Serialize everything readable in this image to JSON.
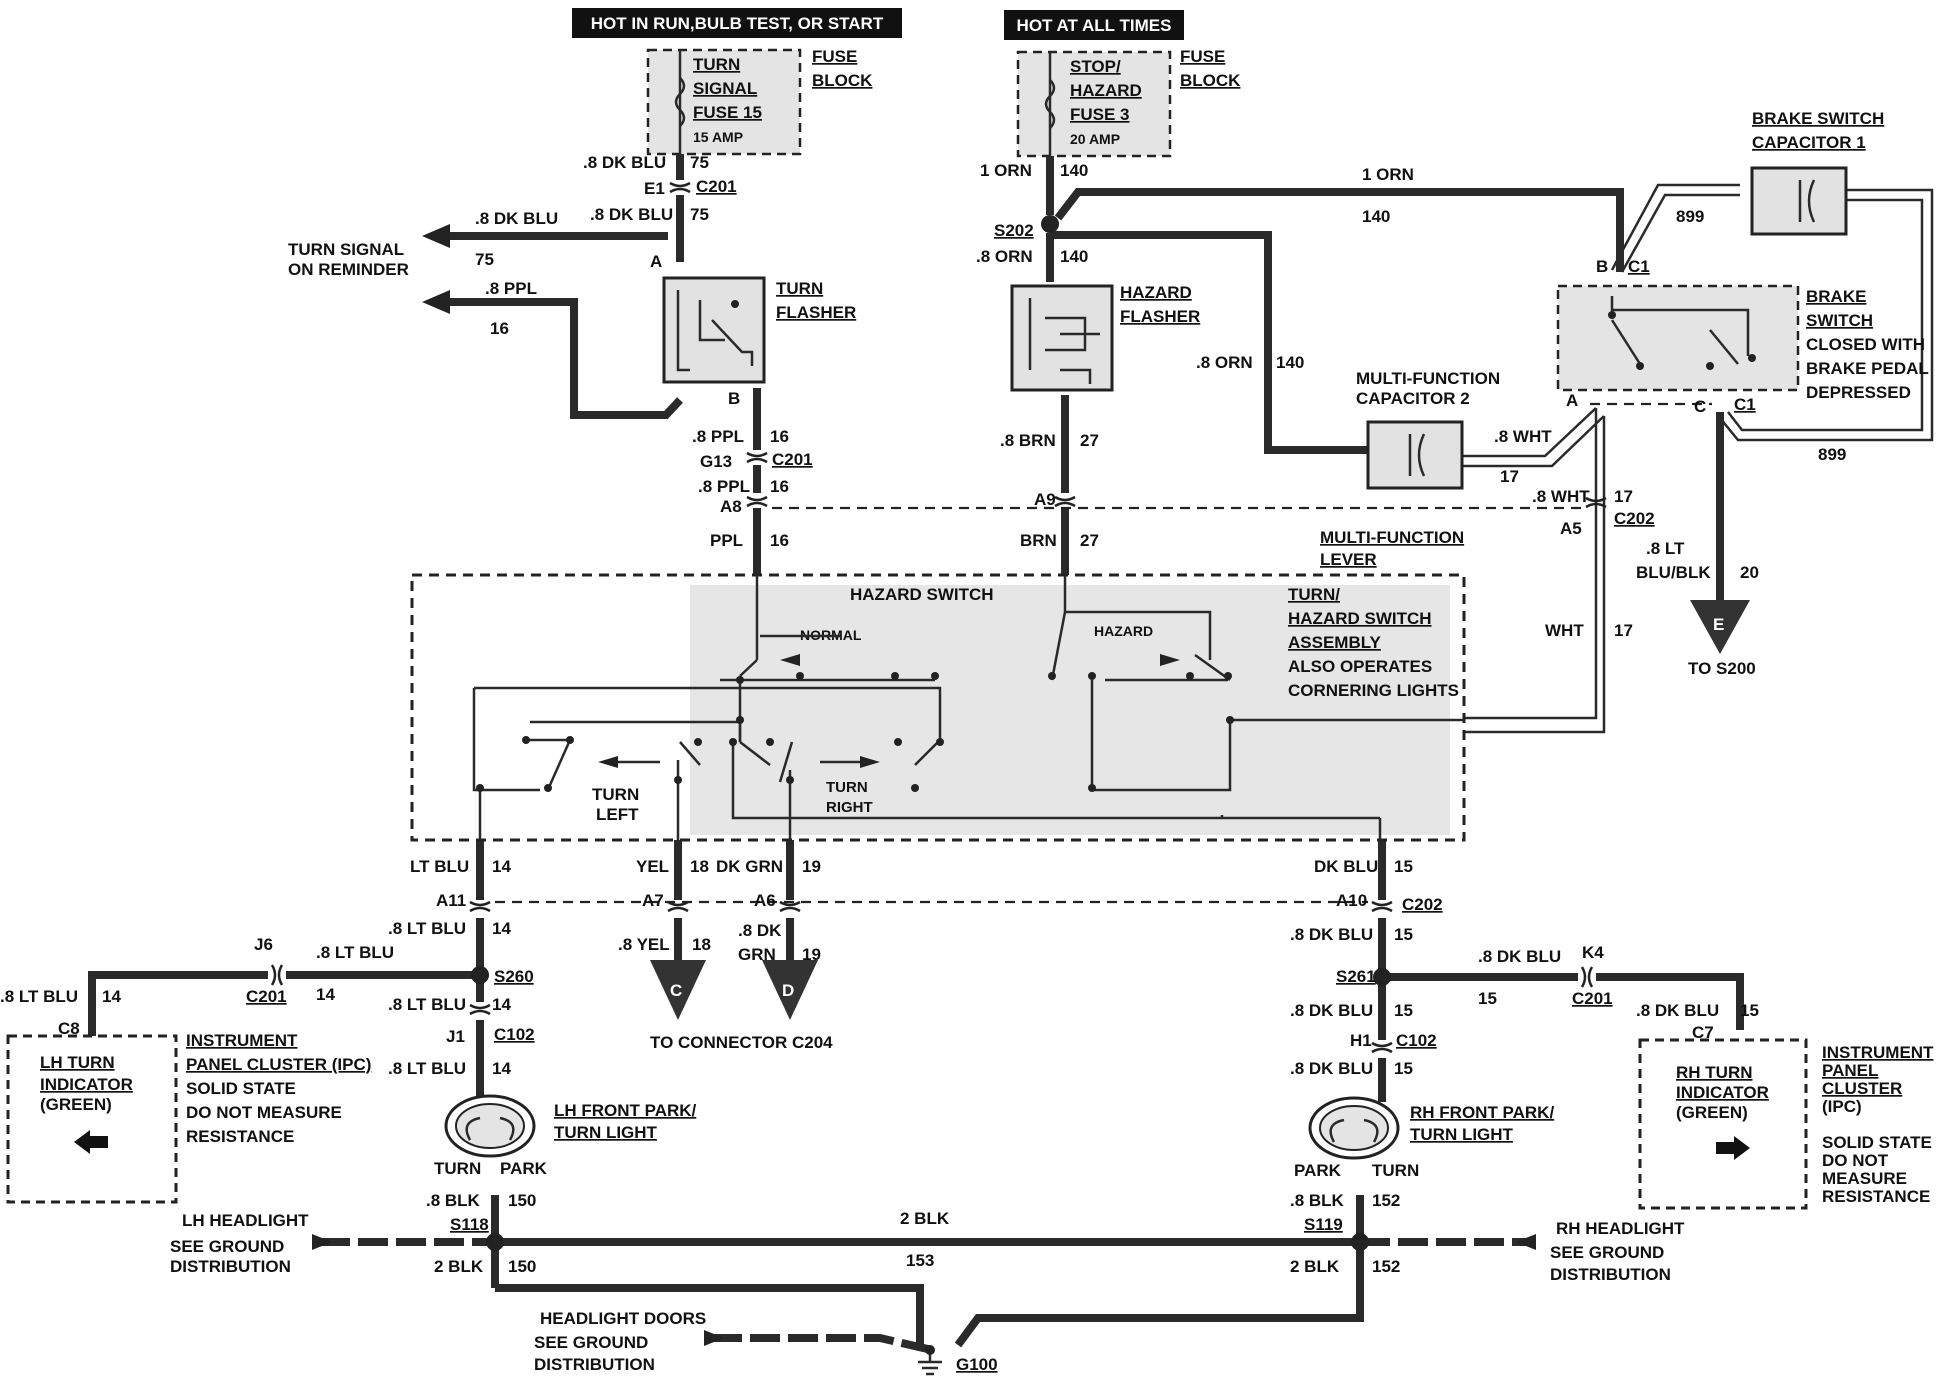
{
  "headers": {
    "run": "HOT IN RUN,BULB TEST, OR START",
    "always": "HOT AT ALL TIMES"
  },
  "fuse_turn": {
    "lines": [
      "TURN",
      "SIGNAL",
      "FUSE 15",
      "15 AMP"
    ],
    "block": [
      "FUSE",
      "BLOCK"
    ]
  },
  "fuse_stop": {
    "lines": [
      "STOP/",
      "HAZARD",
      "FUSE 3",
      "20 AMP"
    ],
    "block": [
      "FUSE",
      "BLOCK"
    ]
  },
  "turn_flasher": {
    "label": [
      "TURN",
      "FLASHER"
    ],
    "pin_a": "A",
    "pin_b": "B"
  },
  "hazard_flasher": {
    "label": [
      "HAZARD",
      "FLASHER"
    ]
  },
  "reminder": {
    "label": [
      "TURN SIGNAL",
      "ON REMINDER"
    ],
    "wire1": ".8 DK BLU",
    "ckt1": "75",
    "wire2": ".8 PPL",
    "ckt2": "16"
  },
  "brake_capacitor": {
    "label": [
      "BRAKE SWITCH",
      "CAPACITOR 1"
    ],
    "ckt": "899",
    "ckt2": "899"
  },
  "brake_switch": {
    "label": [
      "BRAKE",
      "SWITCH",
      "CLOSED WITH",
      "BRAKE PEDAL",
      "DEPRESSED"
    ],
    "pin_b": "B",
    "c1_top": "C1",
    "pin_a": "A",
    "pin_c": "C",
    "c1_bottom": "C1"
  },
  "mf_capacitor": {
    "label": [
      "MULTI-FUNCTION",
      "CAPACITOR 2"
    ]
  },
  "mf_lever": {
    "label": [
      "MULTI-FUNCTION",
      "LEVER"
    ],
    "hazard_switch": "HAZARD SWITCH",
    "normal": "NORMAL",
    "hazard": "HAZARD",
    "turn_left": [
      "TURN",
      "LEFT"
    ],
    "turn_right": [
      "TURN",
      "RIGHT"
    ],
    "assembly": [
      "TURN/",
      "HAZARD SWITCH",
      "ASSEMBLY",
      "ALSO OPERATES",
      "CORNERING LIGHTS"
    ]
  },
  "wire_labels": {
    "dkblu75_a": ".8 DK BLU",
    "ckt75_a": "75",
    "e1": "E1",
    "c201_a": "C201",
    "dkblu75_b": ".8 DK BLU",
    "ckt75_b": "75",
    "ppl16_a": ".8 PPL",
    "ckt16_a": "16",
    "g13": "G13",
    "c201_b": "C201",
    "ppl16_b": ".8 PPL",
    "ckt16_b": "16",
    "a8": "A8",
    "ppl16_c": "PPL",
    "ckt16_c": "16",
    "orn140_a": "1 ORN",
    "ckt140_a": "140",
    "s202": "S202",
    "orn140_b": ".8 ORN",
    "ckt140_b": "140",
    "orn140_c": "1 ORN",
    "ckt140_c": "140",
    "orn140_d": ".8 ORN",
    "ckt140_d": "140",
    "brn27_a": ".8 BRN",
    "ckt27_a": "27",
    "a9": "A9",
    "brn27_b": "BRN",
    "ckt27_b": "27",
    "wht17_a": ".8 WHT",
    "ckt17_a": "17",
    "wht17_b": ".8 WHT",
    "ckt17_b": "17",
    "c202_a": "C202",
    "a5": "A5",
    "wht17_c": "WHT",
    "ckt17_c": "17",
    "ltblublk": [
      ".8 LT",
      "BLU/BLK"
    ],
    "ckt20": "20",
    "to_s200": "TO S200",
    "ltblu14_a": "LT BLU",
    "ckt14_a": "14",
    "yel18": "YEL",
    "ckt18": "18",
    "dkgrn19": "DK GRN",
    "ckt19": "19",
    "dkblu15_a": "DK BLU",
    "ckt15_a": "15",
    "a11": "A11",
    "a7": "A7",
    "a6": "A6",
    "a10": "A10",
    "c202_b": "C202",
    "ltblu14_b": ".8 LT BLU",
    "ckt14_b": "14",
    "yel18_b": ".8 YEL",
    "ckt18_b": "18",
    "dkgrn19_b": [
      ".8 DK",
      "GRN"
    ],
    "ckt19_b": "19",
    "dkblu15_b": ".8 DK BLU",
    "ckt15_b": "15",
    "to_c204": "TO CONNECTOR C204",
    "j6": "J6",
    "ltblu14_c": ".8 LT BLU",
    "c201_c": "C201",
    "ckt14_c": "14",
    "s260": "S260",
    "ltblu14_d": ".8 LT BLU",
    "ckt14_d": "14",
    "ltblu14_e": ".8 LT BLU",
    "ckt14_e": "14",
    "c8": "C8",
    "ltblu14_f": ".8 LT BLU",
    "ckt14_f": "14",
    "j1": "J1",
    "c102_a": "C102",
    "ltblu14_g": ".8 LT BLU",
    "ckt14_g": "14",
    "s261": "S261",
    "dkblu15_c": ".8 DK BLU",
    "k4": "K4",
    "ckt15_c": "15",
    "c201_d": "C201",
    "dkblu15_d": ".8 DK BLU",
    "ckt15_d": "15",
    "c7": "C7",
    "dkblu15_e": ".8 DK BLU",
    "ckt15_e": "15",
    "h1": "H1",
    "c102_b": "C102",
    "dkblu15_f": ".8 DK BLU",
    "ckt15_f": "15"
  },
  "lh_indicator": {
    "label": [
      "LH TURN",
      "INDICATOR",
      "(GREEN)"
    ],
    "ipc": [
      "INSTRUMENT",
      "PANEL CLUSTER (IPC)",
      "SOLID STATE",
      "DO NOT MEASURE",
      "RESISTANCE"
    ]
  },
  "rh_indicator": {
    "label": [
      "RH TURN",
      "INDICATOR",
      "(GREEN)"
    ],
    "ipc": [
      "INSTRUMENT",
      "PANEL",
      "CLUSTER",
      "(IPC)"
    ],
    "solid": [
      "SOLID STATE",
      "DO NOT",
      "MEASURE",
      "RESISTANCE"
    ]
  },
  "lh_lamp": {
    "label": [
      "LH FRONT PARK/",
      "TURN LIGHT"
    ],
    "turn": "TURN",
    "park": "PARK"
  },
  "rh_lamp": {
    "label": [
      "RH FRONT PARK/",
      "TURN LIGHT"
    ],
    "turn": "TURN",
    "park": "PARK"
  },
  "ground": {
    "lh_blk": ".8 BLK",
    "ckt150_a": "150",
    "s118": "S118",
    "blk2_a": "2 BLK",
    "ckt150_b": "150",
    "rh_blk": ".8 BLK",
    "ckt152_a": "152",
    "s119": "S119",
    "blk2_b": "2 BLK",
    "ckt152_b": "152",
    "blk2_mid": "2 BLK",
    "ckt153": "153",
    "lh_headlight": [
      "LH HEADLIGHT",
      "SEE GROUND",
      "DISTRIBUTION"
    ],
    "rh_headlight": [
      "RH HEADLIGHT",
      "SEE GROUND",
      "DISTRIBUTION"
    ],
    "doors": [
      "HEADLIGHT DOORS",
      "SEE GROUND",
      "DISTRIBUTION"
    ],
    "g100": "G100"
  },
  "connectors": {
    "c": "C",
    "d": "D",
    "e": "E"
  },
  "colors": {
    "wire": "#2a2a2a",
    "shade": "#e2e2e2",
    "header_bg": "#111111"
  }
}
